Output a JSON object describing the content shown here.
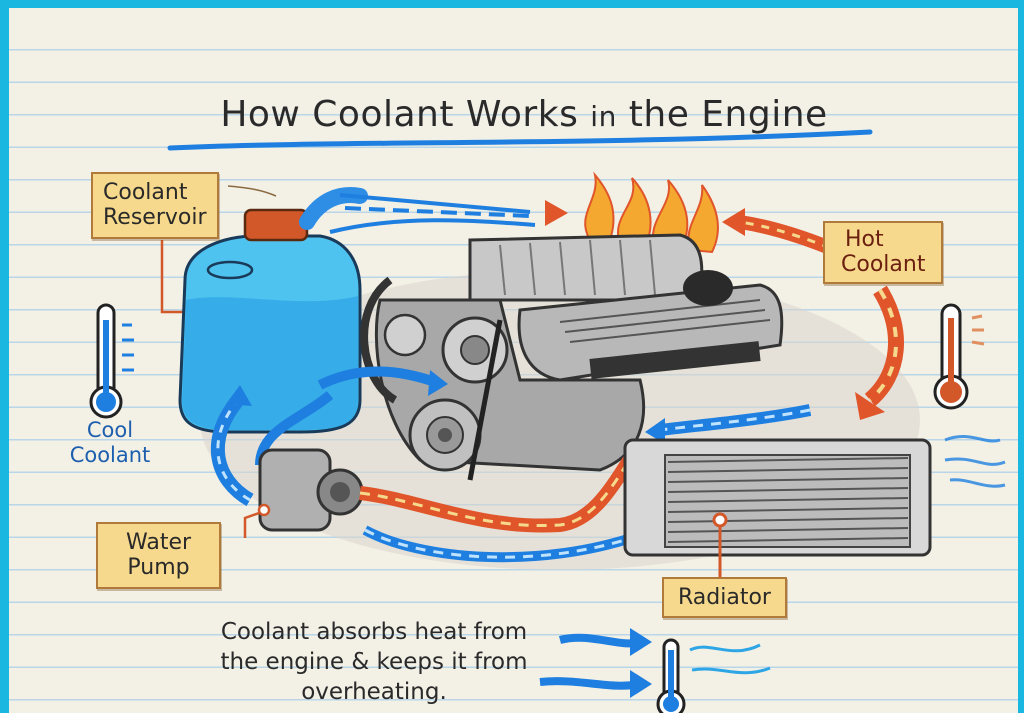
{
  "title": {
    "main": "How Coolant Works",
    "small": "in",
    "end": "the Engine"
  },
  "labels": {
    "coolant_reservoir": [
      "Coolant",
      "Reservoir"
    ],
    "hot_coolant": [
      "Hot",
      "Coolant"
    ],
    "water_pump": [
      "Water",
      "Pump"
    ],
    "radiator": "Radiator"
  },
  "cool_coolant": [
    "Cool",
    "Coolant"
  ],
  "caption": [
    "Coolant absorbs heat from",
    "the engine & keeps it from",
    "overheating."
  ],
  "colors": {
    "frame_border": "#1ab8e0",
    "paper": "#f3f0e6",
    "ruled_line": "#b9d6e8",
    "label_fill": "#f6d98c",
    "cool_flow": "#1e7fe0",
    "hot_flow": "#e0552a",
    "flame": "#f4a830",
    "coolant_liquid": "#4fc3f0",
    "reservoir_cap": "#d2582a",
    "metal": "#9a9a9a"
  },
  "icons": [
    "thermometer-cold-icon",
    "thermometer-hot-icon",
    "thermometer-cool-icon",
    "flame-icon",
    "flow-arrow-icon"
  ]
}
